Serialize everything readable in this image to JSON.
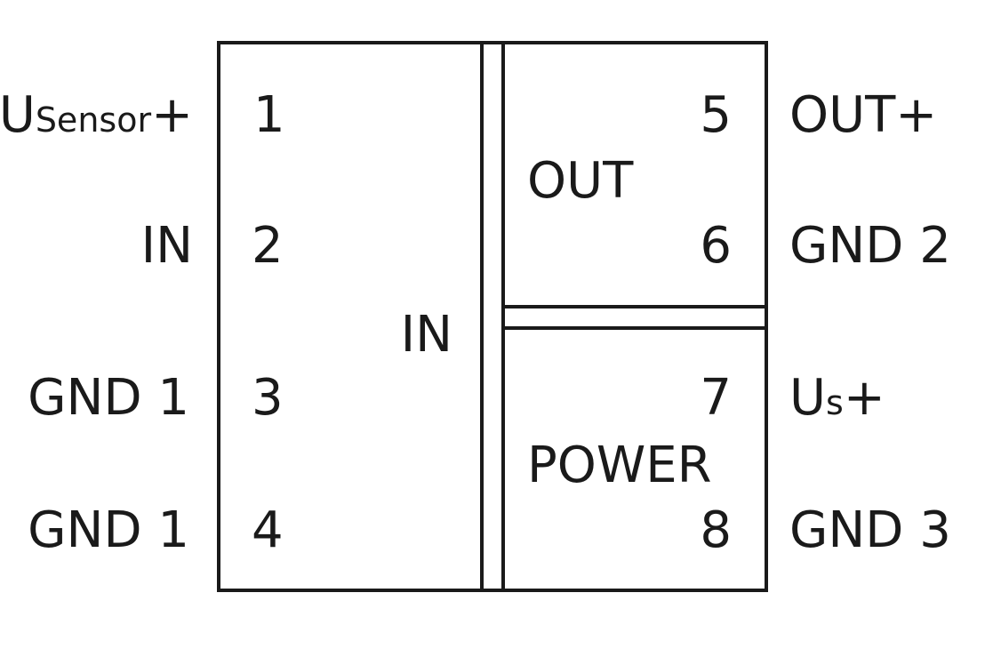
{
  "left_labels": [
    {
      "main": "U",
      "sub": "Sensor",
      "suffix": "+"
    },
    {
      "text": "IN"
    },
    {
      "text": "GND 1"
    },
    {
      "text": "GND 1"
    }
  ],
  "left_pins": [
    "1",
    "2",
    "3",
    "4"
  ],
  "right_pins": [
    "5",
    "6",
    "7",
    "8"
  ],
  "right_labels": [
    {
      "text": "OUT+"
    },
    {
      "text": "GND 2"
    },
    {
      "main": "U",
      "sub": "s",
      "suffix": "+"
    },
    {
      "text": "GND 3"
    }
  ],
  "blocks": {
    "in_label": "IN",
    "out_label": "OUT",
    "power_label": "POWER"
  }
}
